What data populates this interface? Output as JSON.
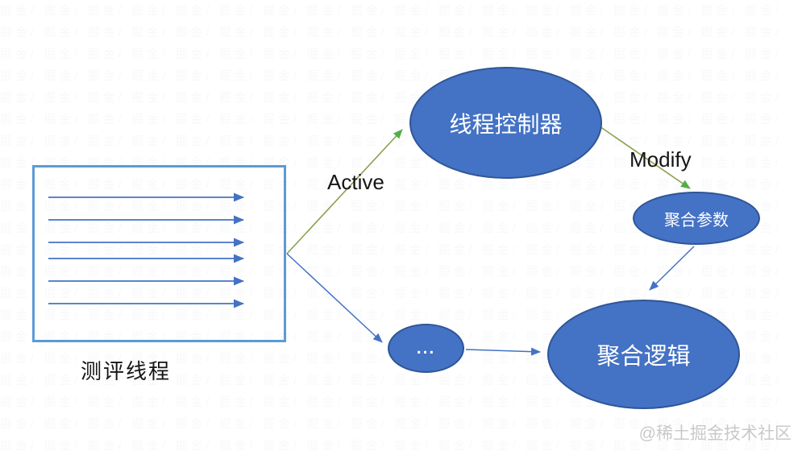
{
  "diagram": {
    "eval_box": {
      "label": "测评线程"
    },
    "nodes": [
      {
        "id": "thread-controller",
        "label": "线程控制器"
      },
      {
        "id": "agg-params",
        "label": "聚合参数"
      },
      {
        "id": "agg-logic",
        "label": "聚合逻辑"
      },
      {
        "id": "dots",
        "label": "..."
      }
    ],
    "edge_labels": {
      "active": "Active",
      "modify": "Modify"
    },
    "colors": {
      "node_fill": "#4472c4",
      "node_border": "#2f5597",
      "box_border": "#5b9bd5",
      "blue_connector": "#4472c4",
      "green_line": "#8aa04c",
      "green_arrowhead": "#53ae47",
      "label_text": "#151515",
      "node_text": "#ffffff",
      "watermark_gray": "#c9c9c9"
    }
  },
  "watermark": {
    "text": "@稀土掘金技术社区",
    "tile_text": "掘金/"
  }
}
